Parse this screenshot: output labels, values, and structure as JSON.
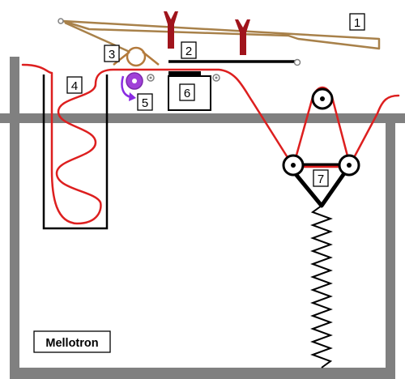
{
  "diagram": {
    "name": "Mellotron",
    "labels": [
      "1",
      "2",
      "3",
      "4",
      "5",
      "6",
      "7"
    ],
    "colors": {
      "frame": "#808080",
      "tape": "#dd1f1f",
      "key_lever": "#a8814a",
      "pin": "#a0141c",
      "spring_and_parts": "#000000",
      "capstan": "#a040d8",
      "pinch_roller": "#b37a3c",
      "rotation_arrow": "#8a2be2"
    }
  }
}
